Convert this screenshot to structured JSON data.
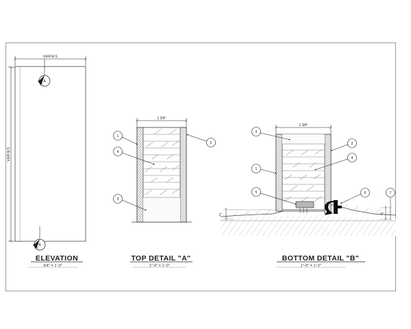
{
  "drawing": {
    "type": "architectural-detail-sheet",
    "background_color": "#ffffff",
    "line_color": "#1a1a1a",
    "frame_color": "#9a9a9a",
    "hatch_color": "#8a8a8a"
  },
  "views": [
    {
      "id": "elevation",
      "title": "ELEVATION",
      "scale": "3/4\" = 1'-0\"",
      "dim_top": "VARIES",
      "dim_left": "VARIES",
      "markers": [
        {
          "label": "A",
          "position": "top",
          "refers_to": "TOP DETAIL \"A\""
        },
        {
          "label": "B",
          "position": "bottom",
          "refers_to": "BOTTOM DETAIL \"B\""
        }
      ]
    },
    {
      "id": "top-detail-a",
      "title": "TOP DETAIL \"A\"",
      "scale": "1\"-0\" = 1'-0\"",
      "dim_width": "1 3/4\"",
      "callouts": [
        {
          "number": "1",
          "side": "left"
        },
        {
          "number": "4",
          "side": "left"
        },
        {
          "number": "3",
          "side": "left"
        },
        {
          "number": "2",
          "side": "right"
        }
      ]
    },
    {
      "id": "bottom-detail-b",
      "title": "BOTTOM DETAIL \"B\"",
      "scale": "1\"-0\" = 1'-0\"",
      "dim_width": "1 3/4\"",
      "dim_left_small": "1\"",
      "dim_right_small": "2\"",
      "callouts": [
        {
          "number": "3",
          "side": "left"
        },
        {
          "number": "1",
          "side": "left"
        },
        {
          "number": "5",
          "side": "left"
        },
        {
          "number": "2",
          "side": "right"
        },
        {
          "number": "4",
          "side": "right"
        },
        {
          "number": "6",
          "side": "right"
        },
        {
          "number": "7",
          "side": "right"
        }
      ]
    }
  ]
}
